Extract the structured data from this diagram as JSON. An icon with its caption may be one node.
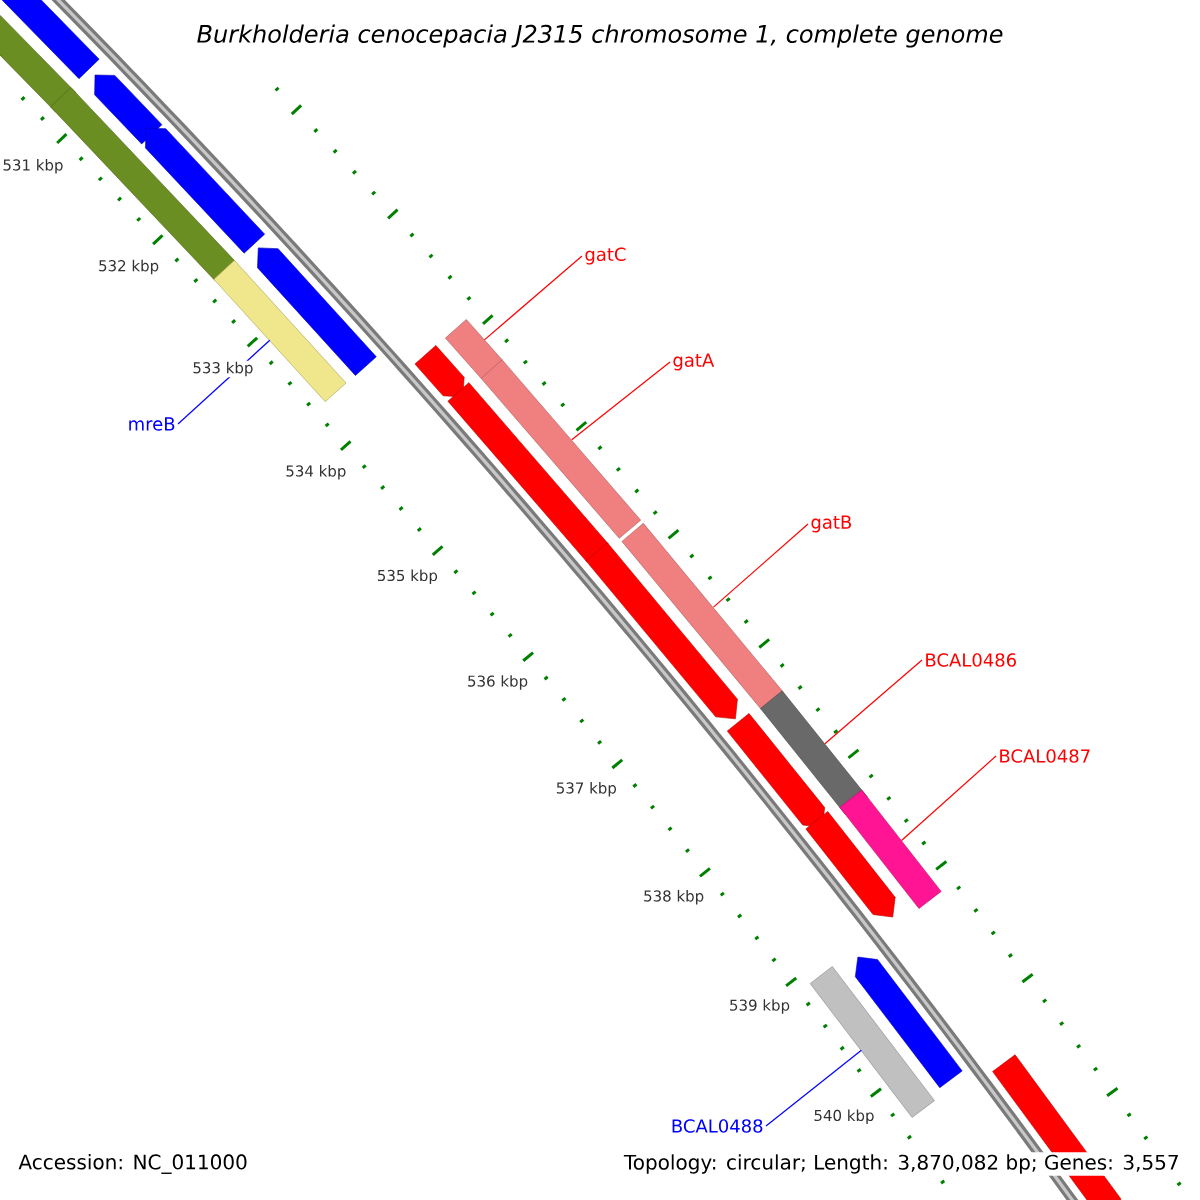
{
  "diagram": {
    "title": "Burkholderia cenocepacia J2315 chromosome 1, complete genome",
    "nodes": [
      {
        "text": [
          "gatC"
        ]
      },
      {
        "text": [
          "gatA"
        ]
      },
      {
        "text": [
          "mreB"
        ]
      },
      {
        "text": [
          "gatB"
        ]
      },
      {
        "text": [
          "BCAL0486"
        ]
      },
      {
        "text": [
          "BCAL0487"
        ]
      },
      {
        "text": [
          "BCAL0488"
        ]
      },
      {
        "text": [],
        "shape": "bar"
      },
      {
        "text": [],
        "shape": "bar"
      },
      {
        "text": [],
        "shape": "pentagon"
      },
      {
        "text": [],
        "shape": "bar"
      },
      {
        "text": [],
        "shape": "pentagon"
      },
      {
        "text": [],
        "shape": "pentagon"
      },
      {
        "text": [],
        "shape": "bar"
      },
      {
        "text": [],
        "shape": "bar"
      },
      {
        "text": [],
        "shape": "pentagon"
      },
      {
        "text": [],
        "shape": "pentagon"
      },
      {
        "text": [],
        "shape": "bar"
      },
      {
        "text": [],
        "shape": "bar"
      },
      {
        "text": [],
        "shape": "pentagon"
      },
      {
        "text": [],
        "shape": "pentagon"
      },
      {
        "text": [],
        "shape": "bar"
      },
      {
        "text": [],
        "shape": "bar"
      },
      {
        "text": [],
        "shape": "pentagon"
      },
      {
        "text": [],
        "shape": "pentagon"
      },
      {
        "text": [],
        "shape": "bar"
      },
      {
        "text": [],
        "shape": "bar"
      }
    ],
    "edges": [
      {
        "from": 0,
        "to": 14,
        "arrow": "none"
      },
      {
        "from": 1,
        "to": 17,
        "arrow": "none"
      },
      {
        "from": 2,
        "to": 13,
        "arrow": "none",
        "color": "#0000ff"
      },
      {
        "from": 3,
        "to": 18,
        "arrow": "none"
      },
      {
        "from": 4,
        "to": 21,
        "arrow": "none"
      },
      {
        "from": 5,
        "to": 22,
        "arrow": "none"
      },
      {
        "from": 6,
        "to": 25,
        "arrow": "none",
        "color": "#0000ff"
      }
    ],
    "labels": [
      "531 kbp",
      "532 kbp",
      "533 kbp",
      "534 kbp",
      "535 kbp",
      "536 kbp",
      "537 kbp",
      "538 kbp",
      "539 kbp",
      "540 kbp",
      "Accession: NC_011000",
      "Topology: circular; Length: 3,870,082 bp; Genes: 3,557"
    ]
  }
}
